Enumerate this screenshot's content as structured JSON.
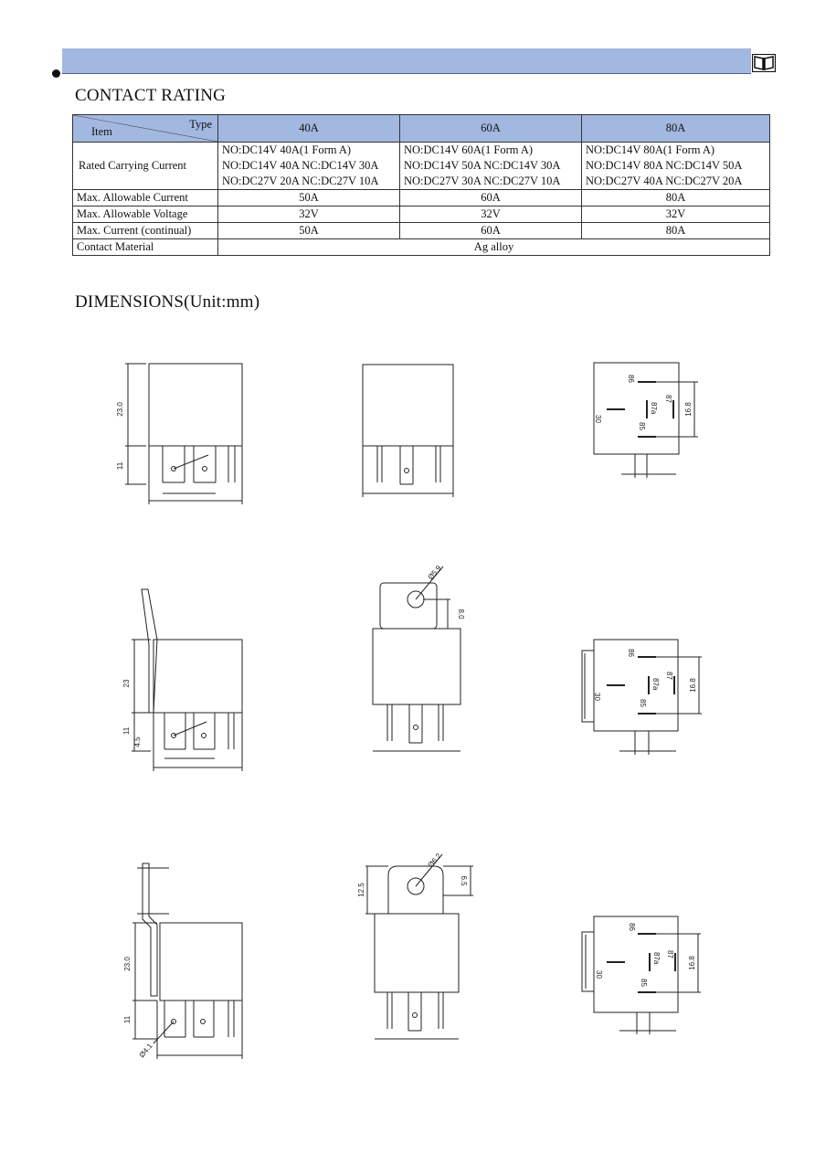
{
  "contact_rating": {
    "title": "CONTACT RATING",
    "header": {
      "type_label": "Type",
      "item_label": "Item",
      "types": [
        "40A",
        "60A",
        "80A"
      ]
    },
    "rated_carrying_current": {
      "label": "Rated Carrying Current",
      "values": [
        [
          "NO:DC14V 40A(1 Form A)",
          "NO:DC14V 40A NC:DC14V 30A",
          "NO:DC27V 20A NC:DC27V 10A"
        ],
        [
          "NO:DC14V 60A(1 Form A)",
          "NO:DC14V 50A NC:DC14V 30A",
          "NO:DC27V 30A NC:DC27V 10A"
        ],
        [
          "NO:DC14V 80A(1 Form A)",
          "NO:DC14V 80A NC:DC14V 50A",
          "NO:DC27V 40A NC:DC27V 20A"
        ]
      ]
    },
    "rows": [
      {
        "label": "Max. Allowable Current",
        "values": [
          "50A",
          "60A",
          "80A"
        ]
      },
      {
        "label": "Max. Allowable Voltage",
        "values": [
          "32V",
          "32V",
          "32V"
        ]
      },
      {
        "label": "Max. Current (continual)",
        "values": [
          "50A",
          "60A",
          "80A"
        ]
      }
    ],
    "contact_material": {
      "label": "Contact Material",
      "value": "Ag alloy"
    }
  },
  "dimensions": {
    "title": "DIMENSIONS(Unit:mm)",
    "side_views": [
      {
        "height": "23.0",
        "pin": "11"
      },
      {
        "height": "23",
        "pin": "11",
        "pin_offset": "4.5"
      },
      {
        "height": "23.0",
        "pin": "11",
        "hole": "Ø4.1"
      }
    ],
    "bracket_views": [
      {
        "hole": "Ø5.9",
        "offset": "8.0"
      },
      {
        "hole": "Ø6.2",
        "height": "12.5",
        "offset": "6.5"
      }
    ],
    "pin_layout": {
      "pins": [
        "86",
        "87",
        "87a",
        "85",
        "30"
      ],
      "spacing": "16.8"
    }
  }
}
